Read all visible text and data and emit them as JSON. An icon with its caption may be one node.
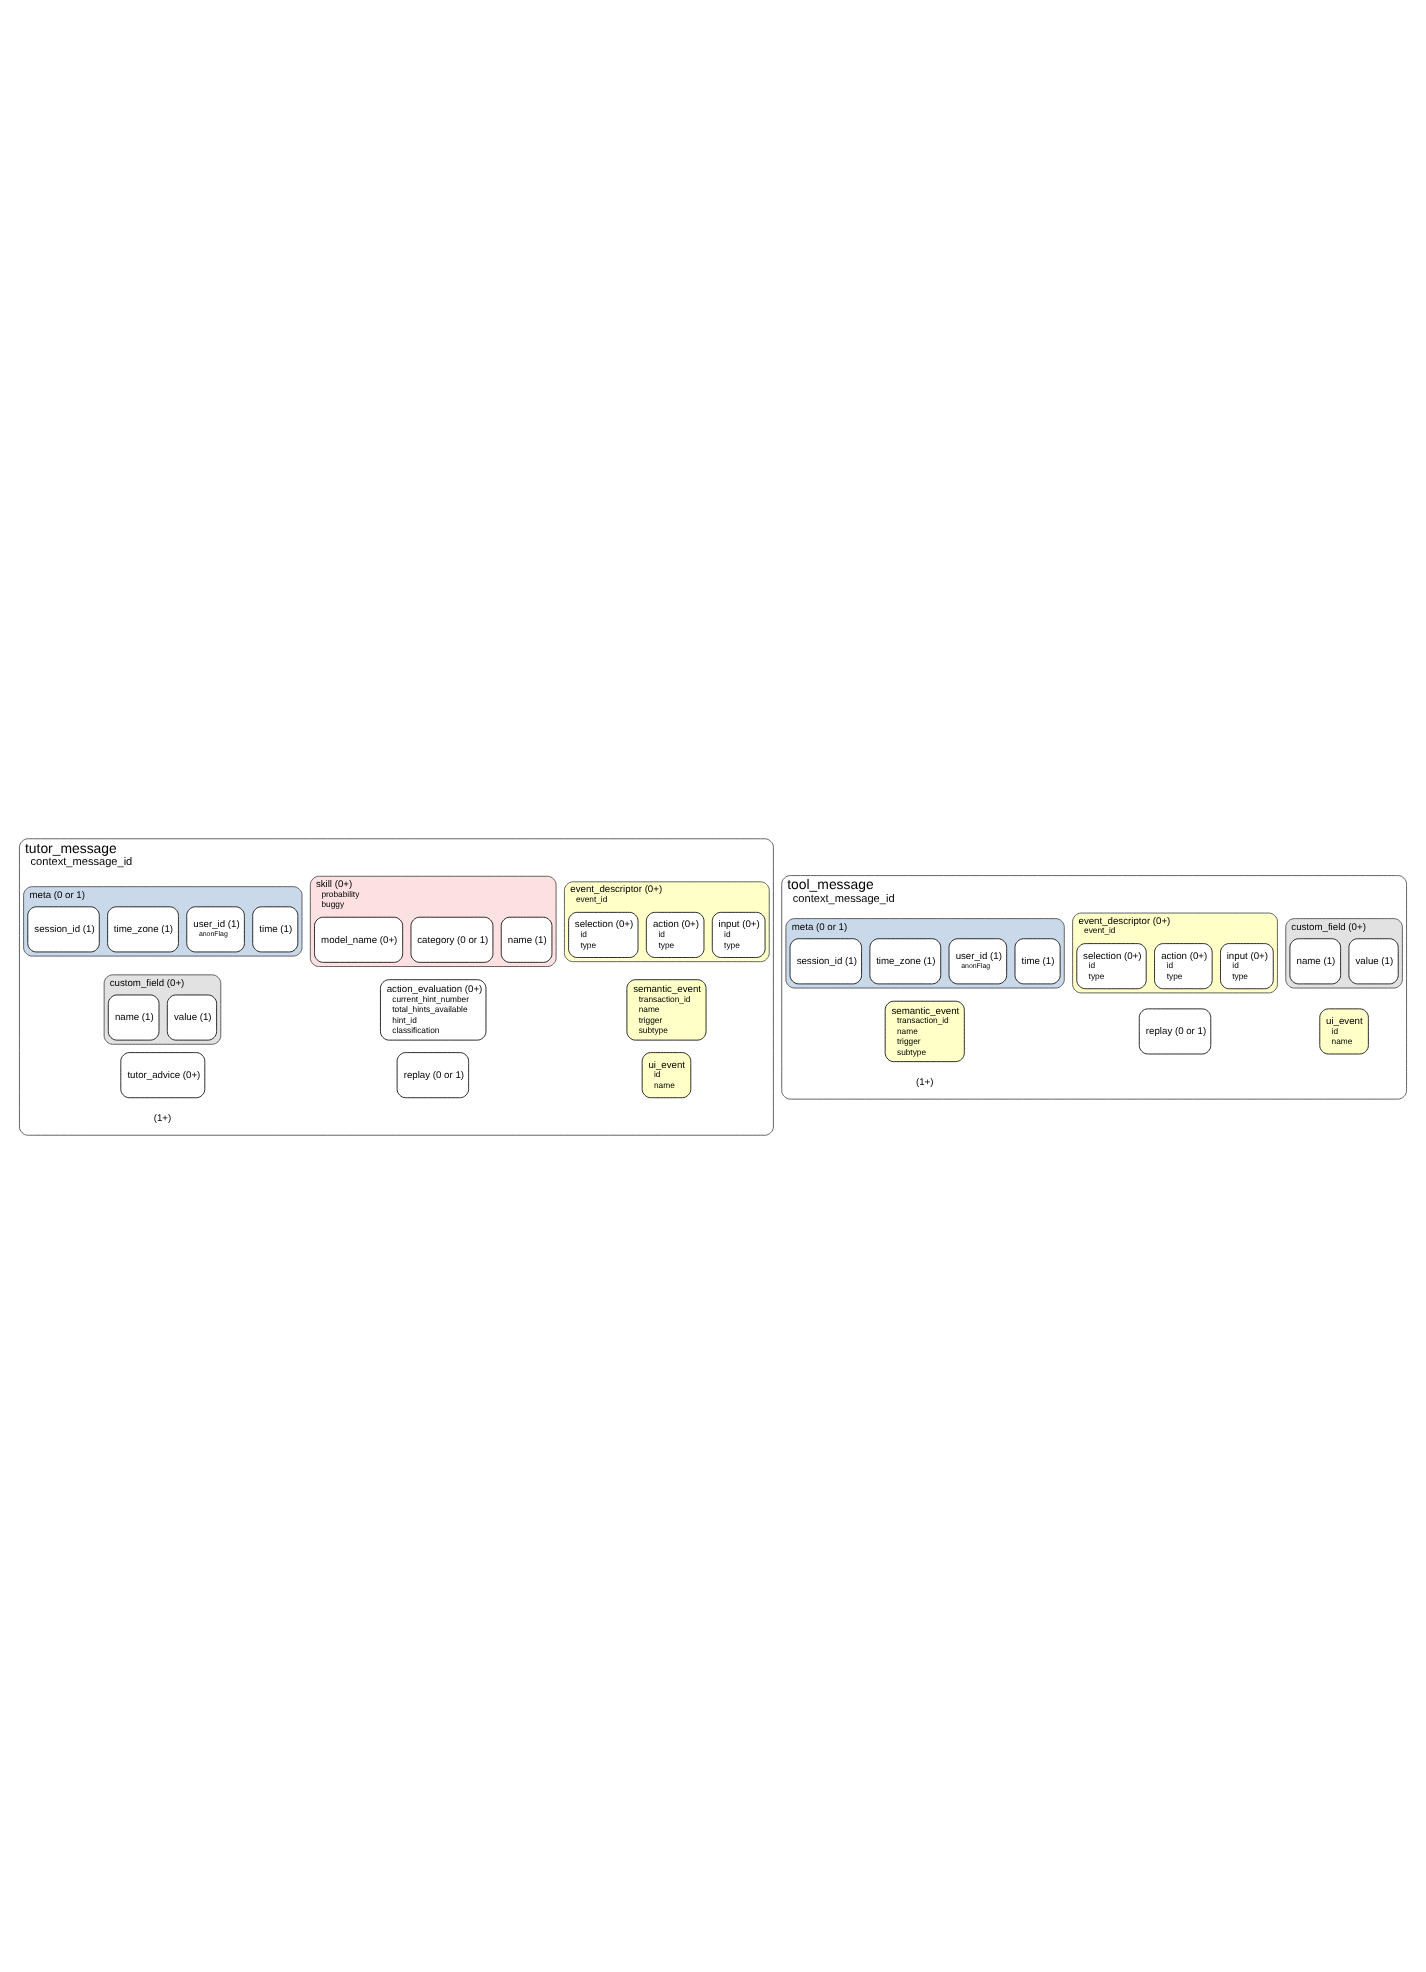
{
  "diagram": {
    "nodes": [
      {
        "text": [
          "tool_message",
          "context_message_id"
        ]
      },
      {
        "text": [
          "meta (0 or 1)"
        ],
        "in": 0
      },
      {
        "text": [
          "user_id (1)",
          "anonFlag"
        ],
        "in": 1
      },
      {
        "text": [
          "session_id (1)"
        ],
        "in": 1
      },
      {
        "text": [
          "time (1)"
        ],
        "in": 1
      },
      {
        "text": [
          "time_zone (1)"
        ],
        "in": 1
      },
      {
        "text": [
          "semantic_event",
          "transaction_id",
          "name",
          "trigger",
          "subtype"
        ],
        "in": 0
      },
      {
        "text": [
          "ui_event",
          "id",
          "name"
        ],
        "in": 0
      },
      {
        "text": [
          "replay (0 or 1)"
        ],
        "in": 0
      },
      {
        "text": [
          "event_descriptor (0+)",
          "event_id"
        ],
        "in": 0
      },
      {
        "text": [
          "selection (0+)",
          "id",
          "type"
        ],
        "in": 9
      },
      {
        "text": [
          "action (0+)",
          "id",
          "type"
        ],
        "in": 9
      },
      {
        "text": [
          "input (0+)",
          "id",
          "type"
        ],
        "in": 9
      },
      {
        "text": [
          "custom_field (0+)"
        ],
        "in": 0
      },
      {
        "text": [
          "name (1)"
        ],
        "in": 13
      },
      {
        "text": [
          "value (1)"
        ],
        "in": 13
      },
      {
        "text": [
          "tutor_message",
          "context_message_id"
        ]
      },
      {
        "text": [
          "meta (0 or 1)"
        ],
        "in": 16
      },
      {
        "text": [
          "user_id (1)",
          "anonFlag"
        ],
        "in": 17
      },
      {
        "text": [
          "session_id (1)"
        ],
        "in": 17
      },
      {
        "text": [
          "time (1)"
        ],
        "in": 17
      },
      {
        "text": [
          "time_zone (1)"
        ],
        "in": 17
      },
      {
        "text": [
          "semantic_event",
          "transaction_id",
          "name",
          "trigger",
          "subtype"
        ],
        "in": 16
      },
      {
        "text": [
          "ui_event",
          "id",
          "name"
        ],
        "in": 16
      },
      {
        "text": [
          "skill (0+)",
          "probability",
          "buggy"
        ],
        "in": 16
      },
      {
        "text": [
          "name (1)"
        ],
        "in": 24
      },
      {
        "text": [
          "category (0 or 1)"
        ],
        "in": 24
      },
      {
        "text": [
          "model_name (0+)"
        ],
        "in": 24
      },
      {
        "text": [
          "replay (0 or 1)"
        ],
        "in": 16
      },
      {
        "text": [
          "event_descriptor (0+)",
          "event_id"
        ],
        "in": 16
      },
      {
        "text": [
          "selection (0+)",
          "id",
          "type"
        ],
        "in": 29
      },
      {
        "text": [
          "action (0+)",
          "id",
          "type"
        ],
        "in": 29
      },
      {
        "text": [
          "input (0+)",
          "id",
          "type"
        ],
        "in": 29
      },
      {
        "text": [
          "action_evaluation (0+)",
          "current_hint_number",
          "total_hints_available",
          "hint_id",
          "classification"
        ],
        "in": 16
      },
      {
        "text": [
          "tutor_advice (0+)"
        ],
        "in": 16
      },
      {
        "text": [
          "custom_field (0+)"
        ],
        "in": 16
      },
      {
        "text": [
          "name (1)"
        ],
        "in": 35
      },
      {
        "text": [
          "value (1)"
        ],
        "in": 35
      }
    ],
    "labels": [
      "(1+)",
      "(1+)"
    ]
  }
}
